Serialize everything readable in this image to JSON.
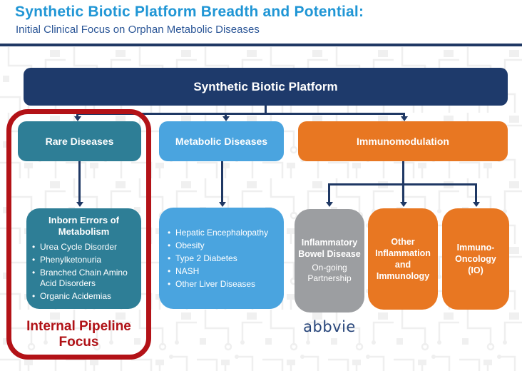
{
  "header": {
    "title": "Synthetic Biotic Platform Breadth and Potential:",
    "subtitle": "Initial Clinical Focus on Orphan Metabolic Diseases"
  },
  "platform": {
    "label": "Synthetic Biotic Platform"
  },
  "categories": {
    "rare": {
      "label": "Rare Diseases"
    },
    "metabolic": {
      "label": "Metabolic Diseases"
    },
    "immuno": {
      "label": "Immunomodulation"
    }
  },
  "rare_detail": {
    "title": "Inborn Errors of Metabolism",
    "bullets": [
      "Urea Cycle Disorder",
      "Phenylketonuria",
      "Branched Chain Amino Acid Disorders",
      "Organic Acidemias"
    ]
  },
  "metabolic_detail": {
    "bullets": [
      "Hepatic Encephalopathy",
      "Obesity",
      "Type 2 Diabetes",
      "NASH",
      "Other Liver Diseases"
    ]
  },
  "immuno_detail": {
    "ibd": {
      "title": "Inflammatory Bowel Disease",
      "subtitle": "On-going Partnership"
    },
    "other": {
      "label": "Other Inflammation and Immunology"
    },
    "io": {
      "label": "Immuno-Oncology (IO)"
    }
  },
  "focus": {
    "label": "Internal Pipeline Focus"
  },
  "logo": {
    "text": "abbvie"
  },
  "colors": {
    "title_blue": "#2096d5",
    "subtitle_navy": "#2b5697",
    "navy": "#1f3864",
    "teal": "#2e7e96",
    "light_blue": "#4aa4df",
    "orange": "#e87722",
    "gray": "#9c9ea1",
    "focus_red": "#b31217",
    "logo_navy": "#27457a"
  }
}
